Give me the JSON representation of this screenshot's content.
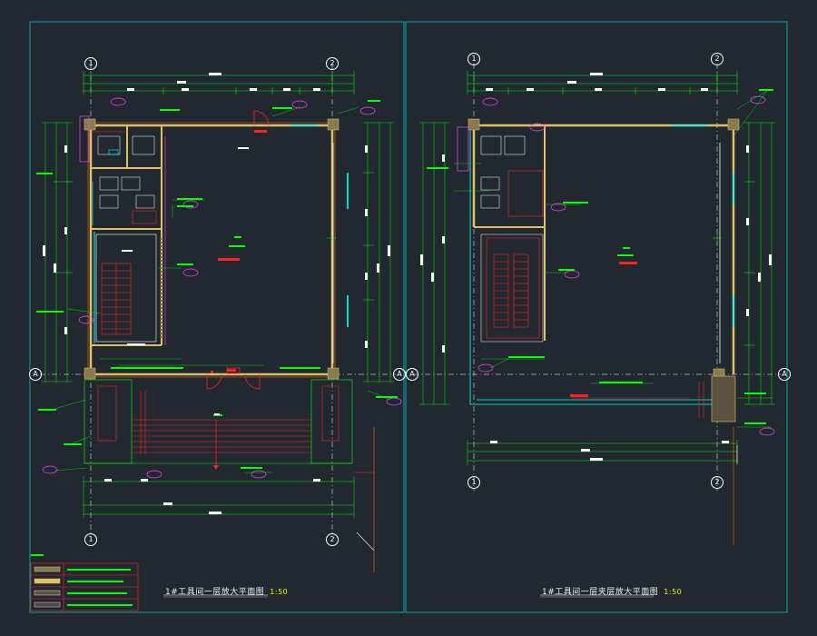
{
  "colors": {
    "background": "#212830",
    "wall": "#e0c060",
    "axis": "#ffffff",
    "dimension": "#00ff00",
    "cyan": "#00ffff",
    "red": "#ff2020",
    "magenta": "#ff40ff",
    "yellow": "#fff200"
  },
  "left_plan": {
    "title": "1#工具间一层放大平面图",
    "scale": "1:50",
    "grid": [
      "1",
      "2",
      "A",
      "A"
    ]
  },
  "right_plan": {
    "title": "1#工具间一层夹层放大平面图",
    "scale": "1:50",
    "grid": [
      "1",
      "2",
      "A",
      "A"
    ]
  }
}
